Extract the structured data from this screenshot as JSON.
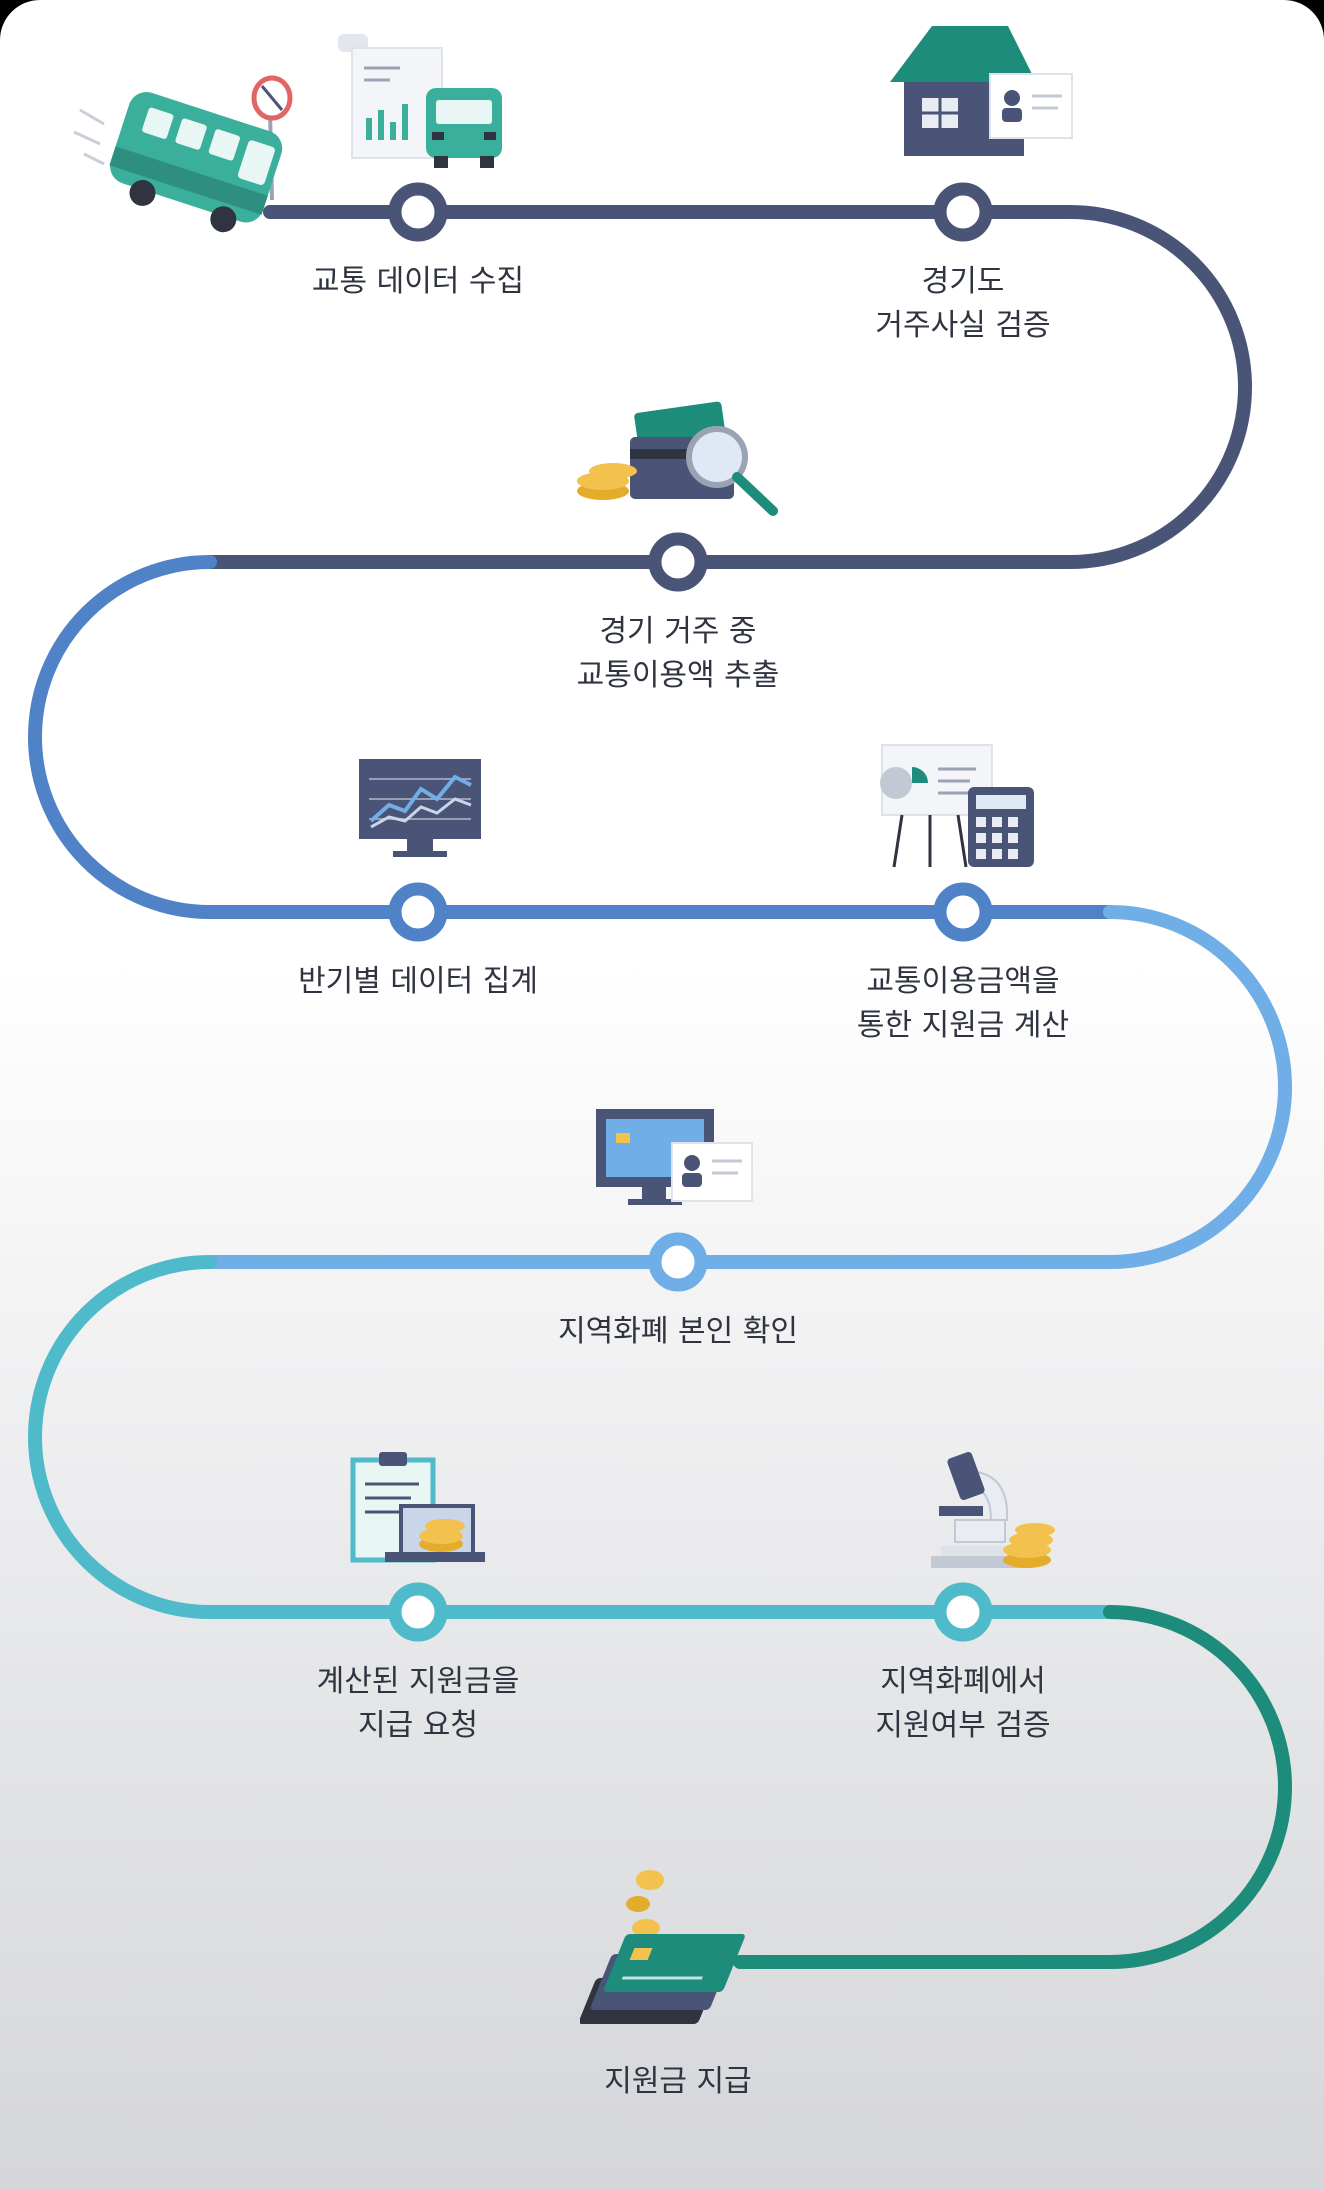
{
  "steps": [
    {
      "label": "교통 데이터 수집",
      "icon": "bus-icon"
    },
    {
      "label": "경기도\n거주사실 검증",
      "icon": "house-icon"
    },
    {
      "label": "경기 거주 중\n교통이용액 추출",
      "icon": "card-search-icon"
    },
    {
      "label": "반기별 데이터 집계",
      "icon": "monitor-chart-icon"
    },
    {
      "label": "교통이용금액을\n통한 지원금 계산",
      "icon": "calculator-icon"
    },
    {
      "label": "지역화폐 본인 확인",
      "icon": "monitor-id-icon"
    },
    {
      "label": "계산된 지원금을\n지급 요청",
      "icon": "clipboard-coins-icon"
    },
    {
      "label": "지역화폐에서\n지원여부 검증",
      "icon": "microscope-coins-icon"
    },
    {
      "label": "지원금 지급",
      "icon": "cards-coins-icon"
    }
  ],
  "colors": {
    "navy": "#4a5477",
    "blue": "#4f82c6",
    "light_blue": "#6faee6",
    "teal": "#4fbac9",
    "green": "#1d8c7a",
    "bus": "#3ab09c",
    "coin": "#f2c14e",
    "label": "#2f3440"
  }
}
